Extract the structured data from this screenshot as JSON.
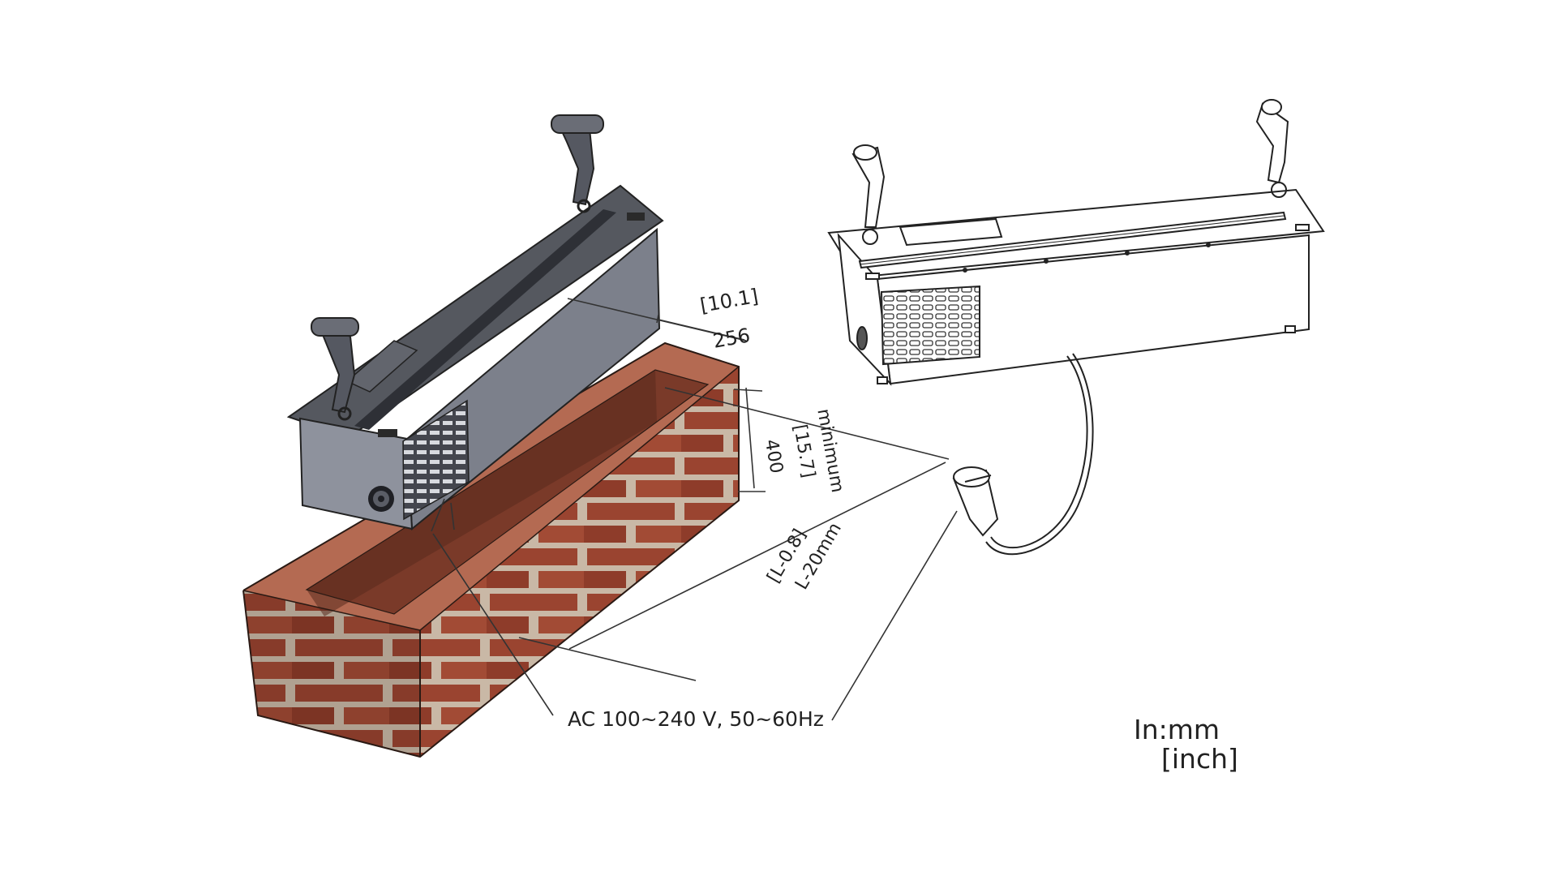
{
  "dimensions": {
    "depth_inch": "[10.1]",
    "depth_mm": "256",
    "height_label": "minimum",
    "height_inch": "[15.7]",
    "height_mm": "400",
    "length_inch": "[L-0.8]",
    "length_mm": "L-20mm"
  },
  "power": {
    "label": "AC 100~240 V, 50~60Hz"
  },
  "units": {
    "primary": "In:mm",
    "secondary": "[inch]"
  },
  "colors": {
    "steel_top": "#595d68",
    "steel_side": "#7b7f8b",
    "steel_front": "#8c909c",
    "brick": "#9c4632",
    "brick_dark": "#6f2c1e",
    "mortar": "#c8b8a8",
    "line": "#222222"
  }
}
